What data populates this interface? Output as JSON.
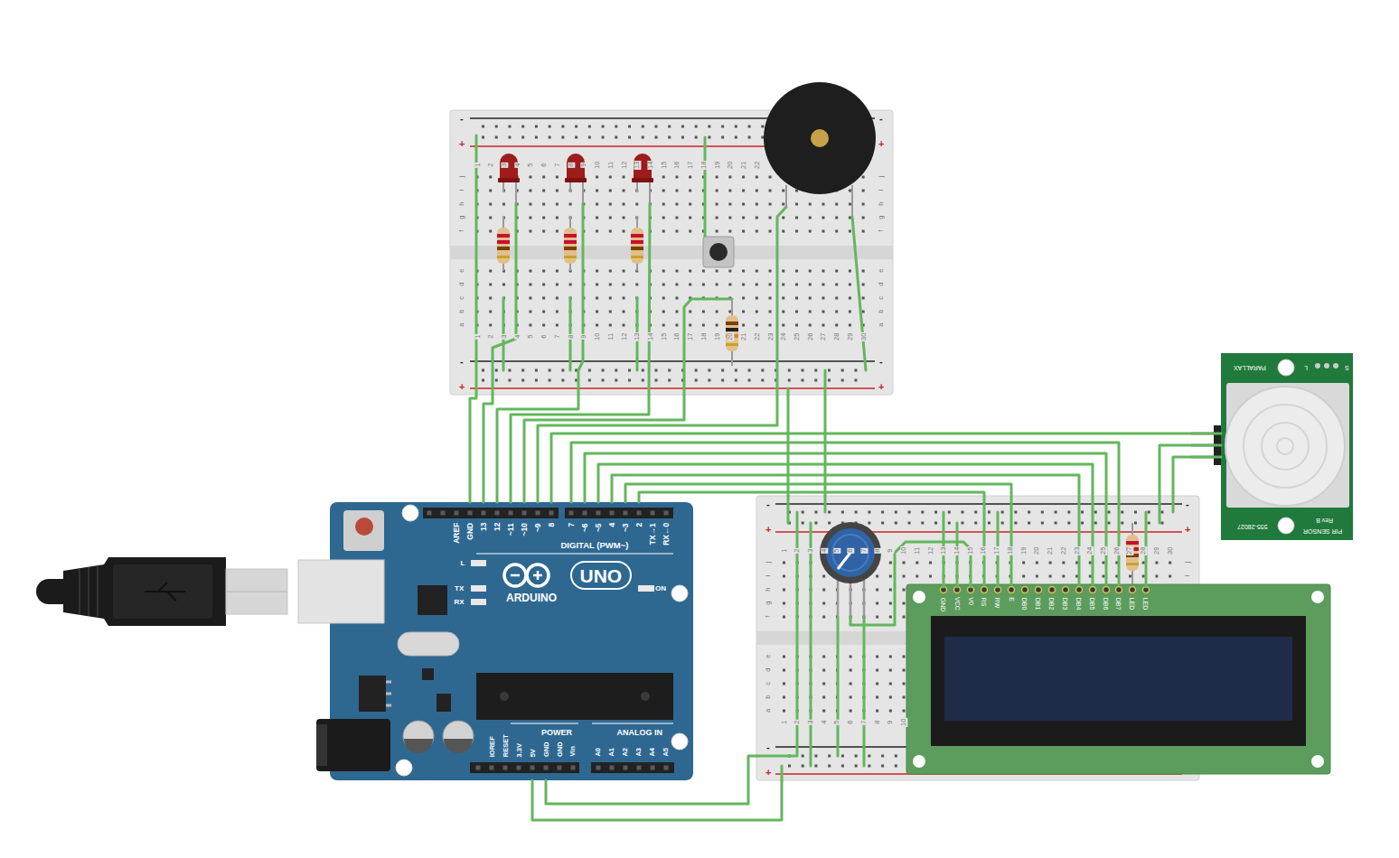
{
  "diagram": {
    "nodes": [
      {
        "text": [
          "1",
          "2",
          "3",
          "4",
          "5",
          "6",
          "7",
          "8",
          "9",
          "10",
          "11",
          "12",
          "13",
          "14",
          "15",
          "16",
          "17",
          "18",
          "19",
          "20",
          "21",
          "22",
          "1",
          "2",
          "3",
          "4",
          "5",
          "6",
          "7",
          "8",
          "9",
          "10",
          "11",
          "12",
          "13",
          "14",
          "15",
          "16",
          "17",
          "18",
          "19",
          "20",
          "21",
          "22",
          "23",
          "24",
          "25",
          "26",
          "27",
          "28",
          "29",
          "30",
          "j",
          "i",
          "h",
          "g",
          "f",
          "e",
          "d",
          "c",
          "b",
          "a",
          "j",
          "i",
          "h",
          "g",
          "f",
          "e",
          "d",
          "c",
          "b",
          "a",
          "-",
          "+",
          "-",
          "+",
          "-",
          "+",
          "-",
          "+"
        ]
      },
      {
        "text": [
          "AREF",
          "GND",
          "13",
          "12",
          "~11",
          "~10",
          "~9",
          "8",
          "7",
          "~6",
          "~5",
          "4",
          "~3",
          "2",
          "TX→1",
          "RX←0",
          "DIGITAL (PWM~)",
          "L",
          "TX",
          "RX",
          "UNO",
          "ARDUINO",
          "ON",
          "IOREF",
          "RESET",
          "3.3V",
          "5V",
          "GND",
          "GND",
          "Vin",
          "POWER",
          "ANALOG IN",
          "A0",
          "A1",
          "A2",
          "A3",
          "A4",
          "A5"
        ]
      },
      {
        "text": [
          "1",
          "2",
          "3",
          "4",
          "5",
          "6",
          "7",
          "8",
          "9",
          "10",
          "11",
          "12",
          "13",
          "14",
          "15",
          "16",
          "17",
          "18",
          "19",
          "20",
          "21",
          "22",
          "23",
          "24",
          "25",
          "26",
          "27",
          "28",
          "29",
          "30",
          "1",
          "2",
          "3",
          "4",
          "5",
          "6",
          "7",
          "8",
          "9",
          "10",
          "j",
          "i",
          "h",
          "g",
          "f",
          "e",
          "d",
          "c",
          "b",
          "a",
          "j",
          "i",
          "-",
          "+",
          "-",
          "+",
          "-",
          "+"
        ]
      },
      {
        "text": [
          "GND",
          "VCC",
          "V0",
          "RS",
          "RW",
          "E",
          "DB0",
          "DB1",
          "DB2",
          "DB3",
          "DB4",
          "DB5",
          "DB6",
          "DB7",
          "LED",
          "LED"
        ]
      },
      {
        "text": [
          "PARALLAX",
          "L",
          "S",
          "PIR SENSOR",
          "555-28027",
          "Rev B"
        ]
      }
    ],
    "edges": [
      {
        "from": 1,
        "to": 0,
        "arrow": "none"
      },
      {
        "from": 1,
        "to": 0,
        "arrow": "none"
      },
      {
        "from": 1,
        "to": 0,
        "arrow": "none"
      },
      {
        "from": 1,
        "to": 0,
        "arrow": "none"
      },
      {
        "from": 1,
        "to": 0,
        "arrow": "none"
      },
      {
        "from": 1,
        "to": 0,
        "arrow": "none"
      },
      {
        "from": 1,
        "to": 4,
        "arrow": "none"
      },
      {
        "from": 1,
        "to": 3,
        "arrow": "none"
      },
      {
        "from": 1,
        "to": 3,
        "arrow": "none"
      },
      {
        "from": 1,
        "to": 3,
        "arrow": "none"
      },
      {
        "from": 1,
        "to": 3,
        "arrow": "none"
      },
      {
        "from": 1,
        "to": 3,
        "arrow": "none"
      },
      {
        "from": 1,
        "to": 3,
        "arrow": "none"
      },
      {
        "from": 1,
        "to": 2,
        "arrow": "none"
      },
      {
        "from": 1,
        "to": 2,
        "arrow": "none"
      },
      {
        "from": 0,
        "to": 2,
        "arrow": "none"
      },
      {
        "from": 0,
        "to": 2,
        "arrow": "none"
      },
      {
        "from": 4,
        "to": 2,
        "arrow": "none"
      },
      {
        "from": 4,
        "to": 2,
        "arrow": "none"
      }
    ]
  }
}
